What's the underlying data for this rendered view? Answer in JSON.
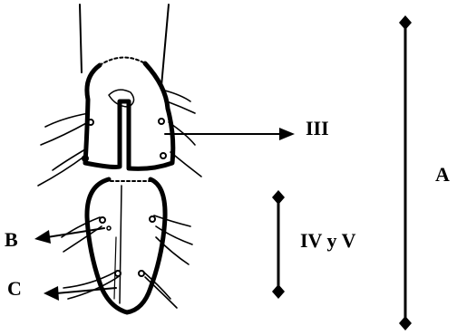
{
  "labels": {
    "segment_iii": "III",
    "segments_iv_v": "IV y V",
    "total_length": "A",
    "pointer_b": "B",
    "pointer_c": "C"
  },
  "colors": {
    "ink": "#000000",
    "background": "#ffffff"
  }
}
